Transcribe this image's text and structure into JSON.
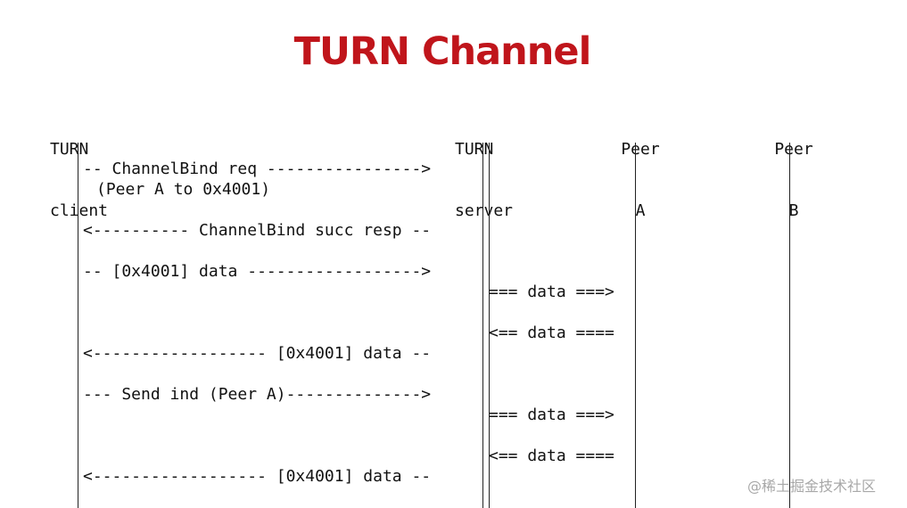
{
  "title": "TURN Channel",
  "colors": {
    "title": "#c0151b",
    "ink": "#111111",
    "watermark": "#a8a8a8"
  },
  "participants": [
    {
      "line1": "TURN",
      "line2": "client"
    },
    {
      "line1": "TURN",
      "line2": "server"
    },
    {
      "line1": "Peer",
      "line2": "A"
    },
    {
      "line1": "Peer",
      "line2": "B"
    }
  ],
  "messages": [
    "-- ChannelBind req ---------------->",
    "(Peer A to 0x4001)",
    "<---------- ChannelBind succ resp --",
    "-- [0x4001] data ------------------>",
    "=== data ===>",
    "<== data ====",
    "<------------------ [0x4001] data --",
    "--- Send ind (Peer A)-------------->",
    "=== data ===>",
    "<== data ====",
    "<------------------ [0x4001] data --"
  ],
  "watermark": "@稀土掘金技术社区"
}
